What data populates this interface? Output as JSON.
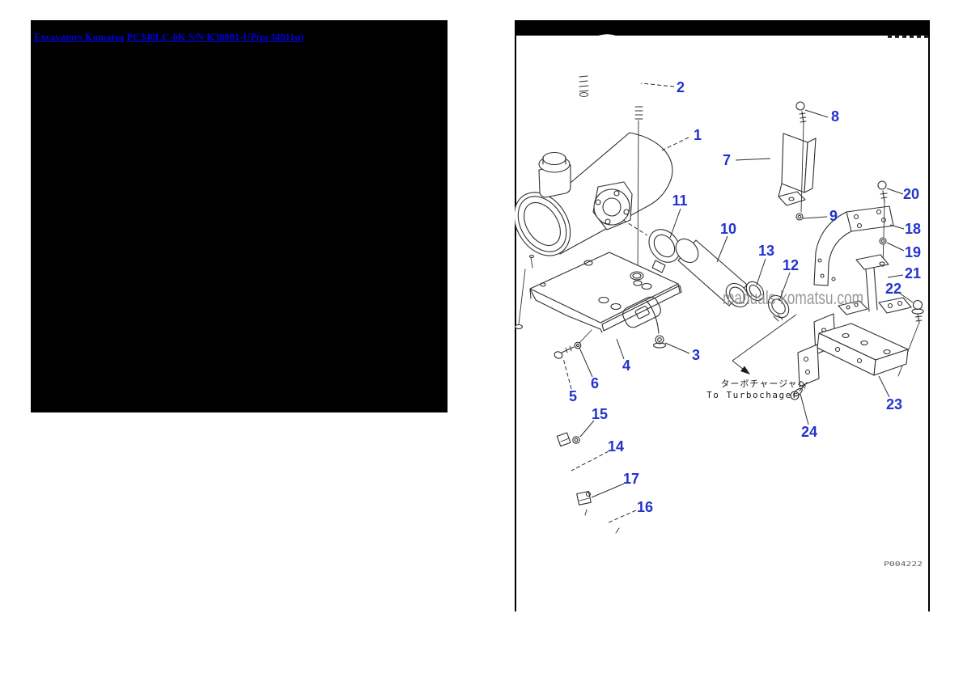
{
  "page": {
    "breadcrumb": {
      "link_1": "Excavators Komatsu",
      "link_2": "PC340LC-6K S/N K30001-UP(pc34011u)"
    }
  },
  "diagram": {
    "watermark": "manuals-komatsu.com",
    "figure_code": "P004222",
    "turbo_note_jp": "ターボチャージャへ",
    "turbo_note_en": "To Turbochager",
    "part_labels": [
      "1",
      "2",
      "3",
      "4",
      "5",
      "6",
      "7",
      "8",
      "9",
      "10",
      "11",
      "12",
      "13",
      "14",
      "15",
      "16",
      "17",
      "18",
      "19",
      "20",
      "21",
      "22",
      "23",
      "24"
    ]
  },
  "colors": {
    "link_blue": "#0000dd",
    "label_blue": "#2233cc",
    "watermark_gray": "#8b8b8b",
    "line_dark": "#2f2f2f"
  }
}
